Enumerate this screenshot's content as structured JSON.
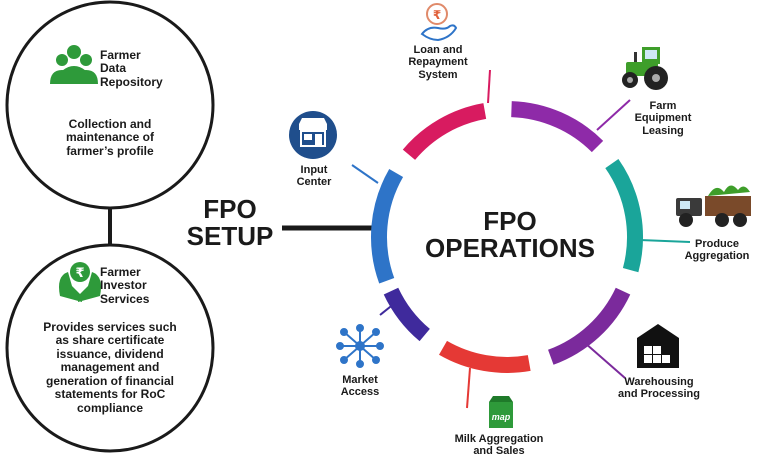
{
  "setup": {
    "title_line1": "FPO",
    "title_line2": "SETUP",
    "farmer_data": {
      "icon": "people-group-icon",
      "title_lines": [
        "Farmer",
        "Data",
        "Repository"
      ],
      "desc_lines": [
        "Collection and",
        "maintenance of",
        "farmer’s profile"
      ]
    },
    "investor": {
      "icon": "rupee-hands-icon",
      "title_lines": [
        "Farmer",
        "Investor",
        "Services"
      ],
      "desc_lines": [
        "Provides services such",
        "as share certificate",
        "issuance, dividend",
        "management and",
        "generation of financial",
        "statements for RoC",
        "compliance"
      ]
    }
  },
  "operations": {
    "title_line1": "FPO",
    "title_line2": "OPERATIONS",
    "items": [
      {
        "id": "input",
        "lines": [
          "Input",
          "Center"
        ],
        "icon": "storefront-icon",
        "color": "#2e74c8"
      },
      {
        "id": "loan",
        "lines": [
          "Loan and",
          "Repayment",
          "System"
        ],
        "icon": "rupee-coin-hand-icon",
        "color": "#d81b60"
      },
      {
        "id": "farm",
        "lines": [
          "Farm",
          "Equipment",
          "Leasing"
        ],
        "icon": "tractor-icon",
        "color": "#8e2aa8"
      },
      {
        "id": "produce",
        "lines": [
          "Produce",
          "Aggregation"
        ],
        "icon": "produce-truck-icon",
        "color": "#1aa59a"
      },
      {
        "id": "warehouse",
        "lines": [
          "Warehousing",
          "and Processing"
        ],
        "icon": "warehouse-icon",
        "color": "#7b2a9c"
      },
      {
        "id": "milk",
        "lines": [
          "Milk Aggregation",
          "and Sales"
        ],
        "icon": "milk-carton-icon",
        "color": "#e53935",
        "icon_text": "map"
      },
      {
        "id": "market",
        "lines": [
          "Market",
          "Access"
        ],
        "icon": "network-icon",
        "color": "#3f2a9c"
      }
    ]
  },
  "colors": {
    "circle_outline": "#1a1a1a",
    "green": "#2e9a3a",
    "navy": "#1f4e8c"
  }
}
